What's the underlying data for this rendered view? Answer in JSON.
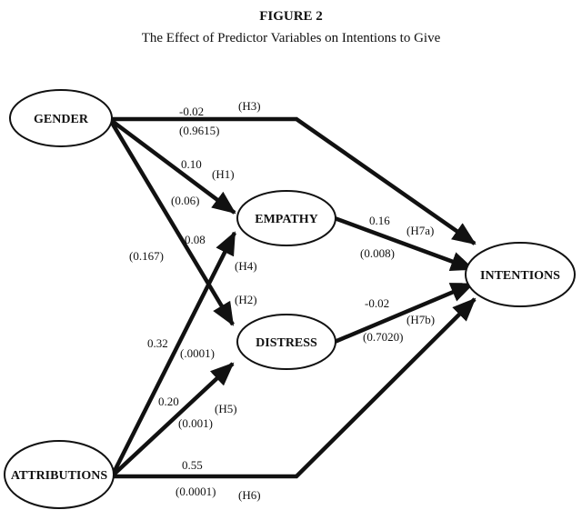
{
  "figure": {
    "number": "FIGURE 2",
    "title": "The Effect of Predictor Variables on Intentions to Give"
  },
  "nodes": {
    "gender": "GENDER",
    "attributions": "ATTRIBUTIONS",
    "empathy": "EMPATHY",
    "distress": "DISTRESS",
    "intentions": "INTENTIONS"
  },
  "paths": {
    "h3": {
      "hypothesis": "(H3)",
      "coefficient": "-0.02",
      "p_value": "(0.9615)"
    },
    "h1": {
      "hypothesis": "(H1)",
      "coefficient": "0.10",
      "p_value": "(0.06)"
    },
    "h2": {
      "hypothesis": "(H2)",
      "coefficient": "0.08",
      "p_value": "(0.167)"
    },
    "h4": {
      "hypothesis": "(H4)",
      "coefficient": "0.32",
      "p_value": "(.0001)"
    },
    "h5": {
      "hypothesis": "(H5)",
      "coefficient": "0.20",
      "p_value": "(0.001)"
    },
    "h6": {
      "hypothesis": "(H6)",
      "coefficient": "0.55",
      "p_value": "(0.0001)"
    },
    "h7a": {
      "hypothesis": "(H7a)",
      "coefficient": "0.16",
      "p_value": "(0.008)"
    },
    "h7b": {
      "hypothesis": "(H7b)",
      "coefficient": "-0.02",
      "p_value": "(0.7020)"
    }
  }
}
